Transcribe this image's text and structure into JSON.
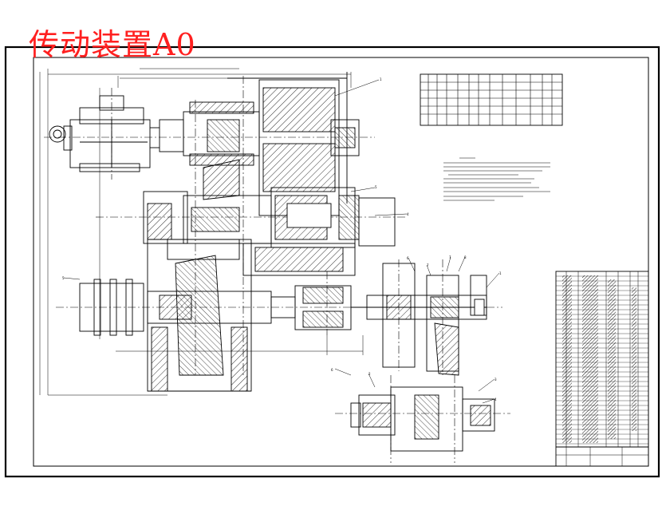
{
  "drawing": {
    "title": "传动装置A0",
    "title_color": "#ff2020",
    "line_color": "#000000",
    "hatch_color": "#000000"
  },
  "balloons": [
    "1",
    "4",
    "5",
    "6",
    "7",
    "8",
    "1",
    "2",
    "3",
    "4",
    "5",
    "6",
    "7"
  ]
}
